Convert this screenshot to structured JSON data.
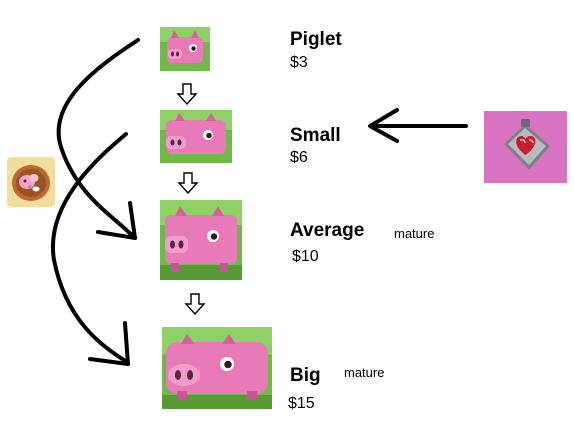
{
  "stages": [
    {
      "name": "Piglet",
      "price": "$3",
      "note": ""
    },
    {
      "name": "Small",
      "price": "$6",
      "note": ""
    },
    {
      "name": "Average",
      "price": "$10",
      "note": "mature"
    },
    {
      "name": "Big",
      "price": "$15",
      "note": "mature"
    }
  ],
  "icons": {
    "stage_icon": "pink-cube-pig-icon",
    "side_left": "pig-feed-sack-icon",
    "side_right": "heart-meat-icon"
  },
  "colors": {
    "grass": "#5aa63a",
    "grass_light": "#8ccf5a",
    "pig_pink": "#e87ab8",
    "pig_dark": "#c8559a",
    "arrow": "#000000",
    "meat_bg": "#d873c2"
  }
}
